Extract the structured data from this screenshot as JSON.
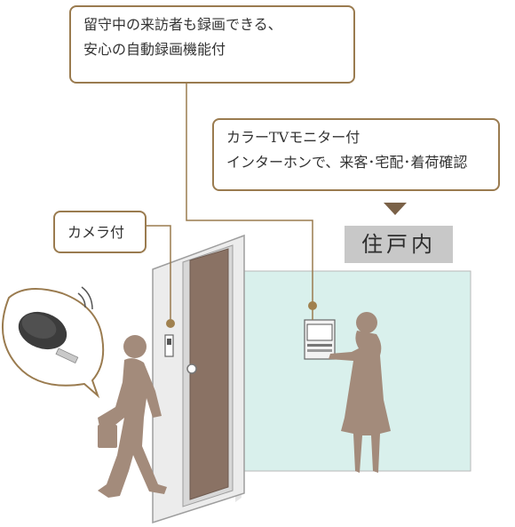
{
  "callouts": {
    "recording": {
      "line1": "留守中の来訪者も録画できる、",
      "line2": "安心の自動録画機能付"
    },
    "monitor": {
      "line1": "カラーTVモニター付",
      "line2": "インターホンで、来客･宅配･着荷確認"
    },
    "camera": {
      "label": "カメラ付"
    }
  },
  "indoor_label": "住戸内",
  "colors": {
    "callout_border": "#9a7b4f",
    "silhouette": "#a38b7b",
    "door_panel": "#8a7264",
    "room": "#d9f0ec"
  }
}
